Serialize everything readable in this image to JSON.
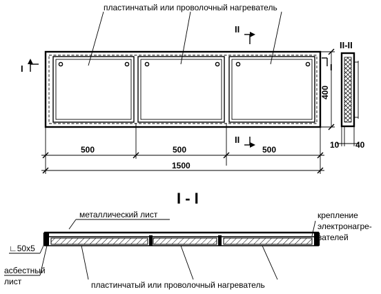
{
  "top_view": {
    "heater_label_top": "пластинчатый или проволочный нагреватель",
    "section_mark": "II",
    "section_mark_bottom": "II",
    "cut_mark_left": "I",
    "cut_mark_right": "I",
    "dim_height": "400",
    "dim_panel_1": "500",
    "dim_panel_2": "500",
    "dim_panel_3": "500",
    "dim_total": "1500"
  },
  "side_section": {
    "title": "II-II",
    "dim_a": "10",
    "dim_b": "40"
  },
  "section_view": {
    "title": "I - I",
    "metal_sheet_label": "металлический лист",
    "angle_label": "∟50x5",
    "fastening_line1": "крепление",
    "fastening_line2": "электронагре-",
    "fastening_line3": "вателей",
    "asbestos_line1": "асбестный",
    "asbestos_line2": "лист",
    "heater_label_bottom": "пластинчатый или проволочный нагреватель"
  }
}
